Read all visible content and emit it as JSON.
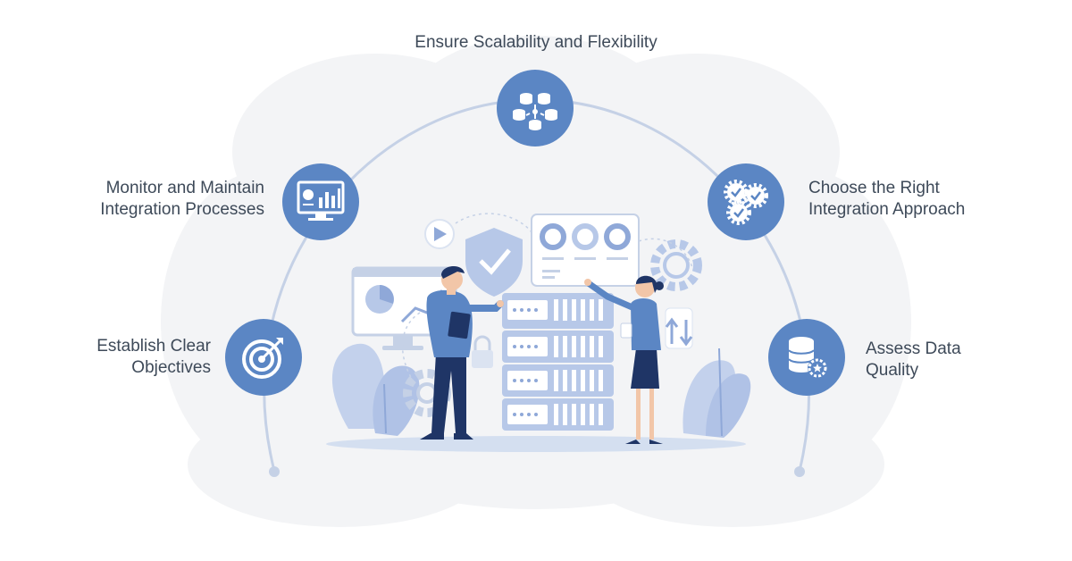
{
  "steps": [
    {
      "id": "scalability",
      "lines": [
        "Ensure Scalability and Flexibility"
      ],
      "icon": "database-network-icon"
    },
    {
      "id": "monitor",
      "lines": [
        "Monitor and Maintain",
        "Integration Processes"
      ],
      "icon": "dashboard-monitor-icon"
    },
    {
      "id": "approach",
      "lines": [
        "Choose the Right",
        "Integration Approach"
      ],
      "icon": "gears-check-icon"
    },
    {
      "id": "objectives",
      "lines": [
        "Establish Clear",
        "Objectives"
      ],
      "icon": "target-arrow-icon"
    },
    {
      "id": "quality",
      "lines": [
        "Assess Data",
        "Quality"
      ],
      "icon": "database-badge-icon"
    }
  ],
  "colors": {
    "node": "#5b86c4",
    "node_dark": "#4a74b2",
    "arc": "#c5d1e6",
    "cloud": "#f3f4f6",
    "text": "#3e4a59",
    "illustration_light": "#b7c8e8",
    "illustration_mid": "#8fa8d8",
    "navy": "#1f3566"
  }
}
